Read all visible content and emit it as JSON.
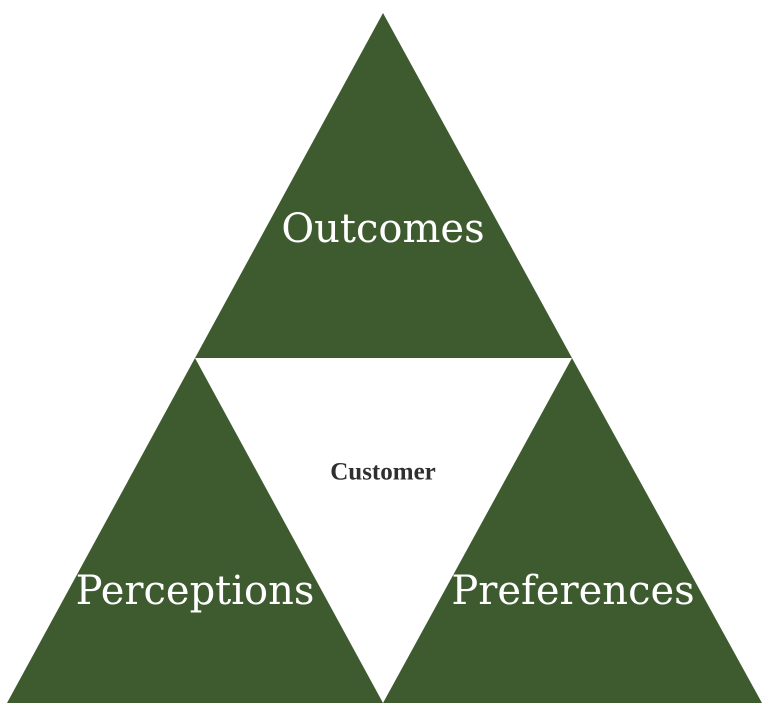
{
  "diagram": {
    "center": {
      "label": "Customer"
    },
    "segments": {
      "top": {
        "label": "Outcomes"
      },
      "left": {
        "label": "Perceptions"
      },
      "right": {
        "label": "Preferences"
      }
    },
    "colors": {
      "segment_fill": "#3e5a2f",
      "center_fill": "#ffffff",
      "segment_text": "#ffffff",
      "center_text": "#2f2f2f"
    }
  }
}
